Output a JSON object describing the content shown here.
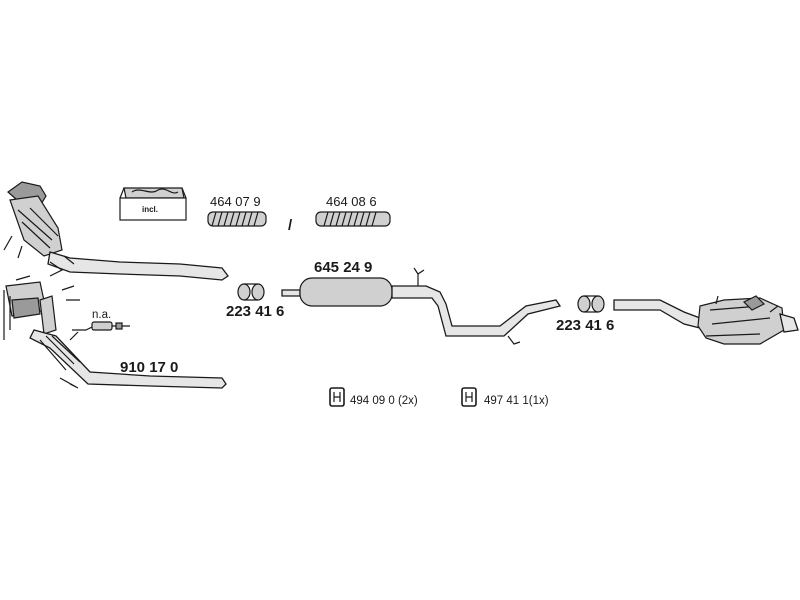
{
  "labels": {
    "incl": "incl.",
    "na": "n.a.",
    "separator": "/",
    "part_464_07_9": "464 07 9",
    "part_464_08_6": "464 08 6",
    "part_645_24_9": "645 24 9",
    "part_223_41_6_left": "223 41 6",
    "part_223_41_6_right": "223 41 6",
    "part_910_17_0": "910 17 0",
    "part_494_09_0": "494 09 0 (2x)",
    "part_497_41_1": "497 41 1(1x)"
  }
}
